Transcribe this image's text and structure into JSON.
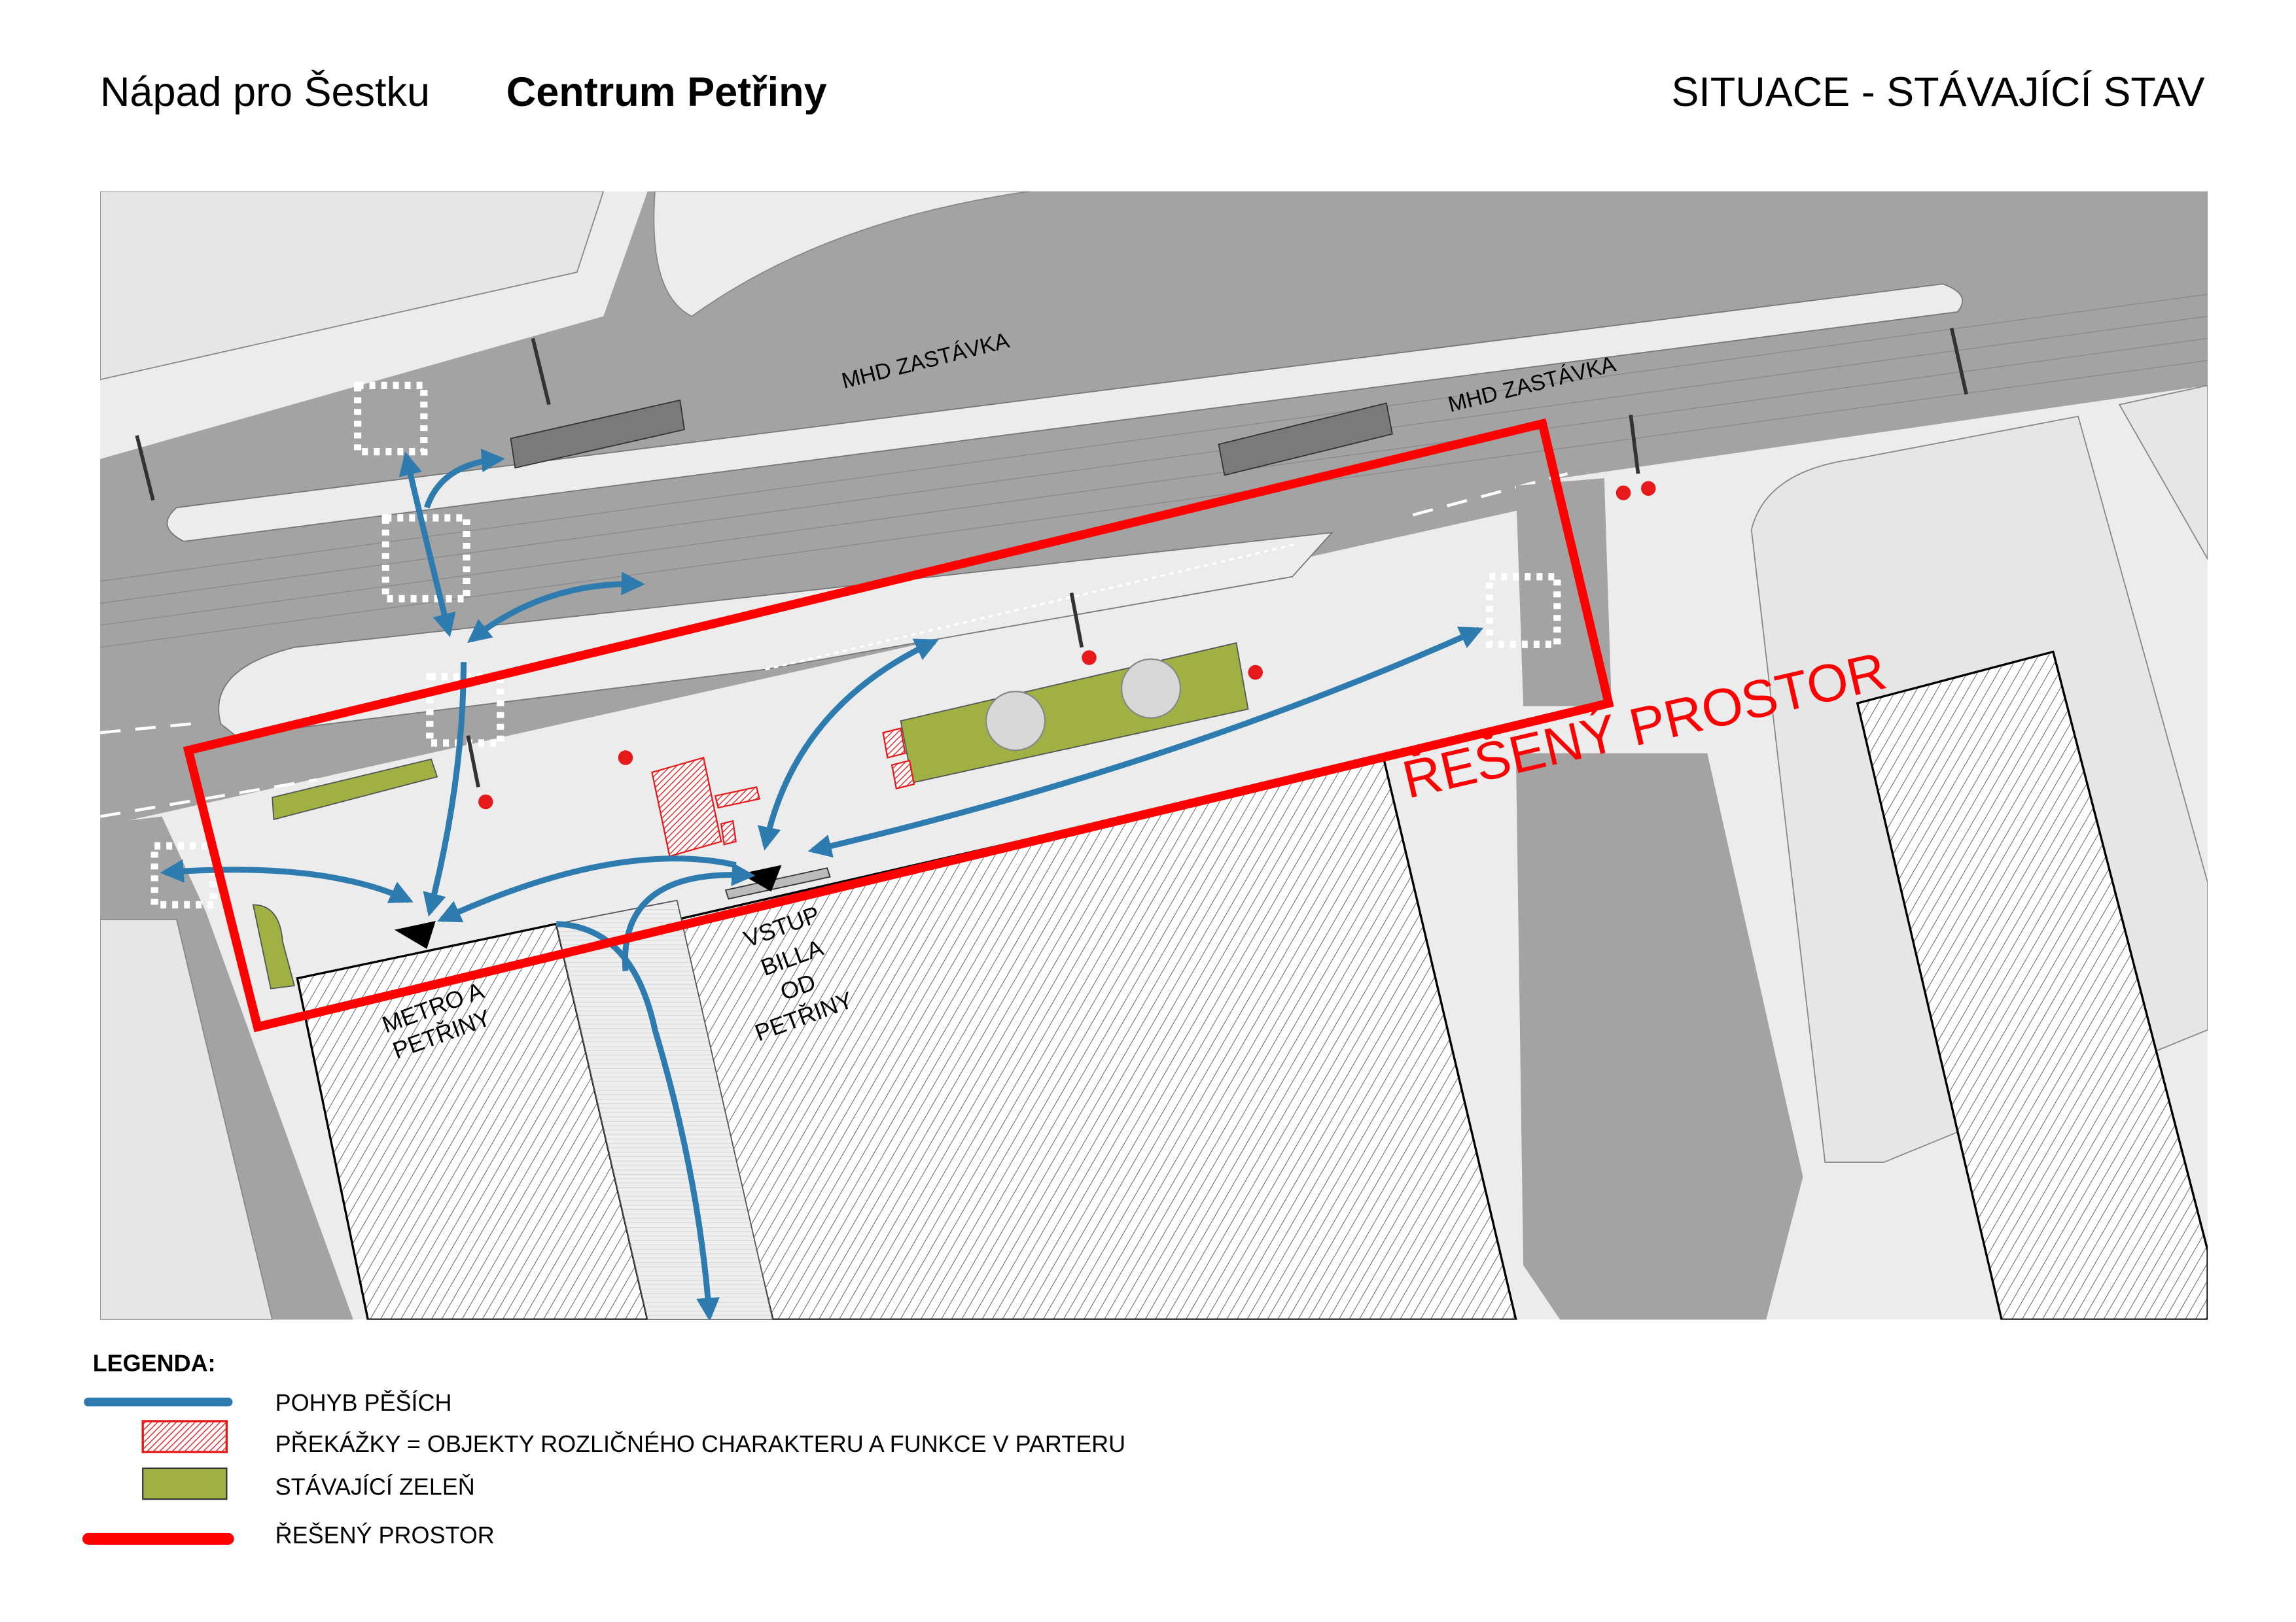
{
  "header": {
    "project": "Nápad pro Šestku",
    "title": "Centrum Petřiny",
    "sheet": "SITUACE - STÁVAJÍCÍ STAV"
  },
  "map": {
    "labels": {
      "stop_1": "MHD ZASTÁVKA",
      "stop_2": "MHD ZASTÁVKA",
      "area": "ŘEŠENÝ PROSTOR",
      "metro_line1": "METRO A",
      "metro_line2": "PETŘINY",
      "billa_line1": "VSTUP",
      "billa_line2": "BILLA",
      "billa_line3": "OD",
      "billa_line4": "PETŘINY"
    }
  },
  "legend": {
    "title": "LEGENDA:",
    "items": [
      {
        "label": "POHYB PĚŠÍCH",
        "color": "#2e7bb0"
      },
      {
        "label": "PŘEKÁŽKY = OBJEKTY ROZLIČNÉHO CHARAKTERU A FUNKCE V PARTERU",
        "color": "#e8191b"
      },
      {
        "label": "STÁVAJÍCÍ ZELEŇ",
        "color": "#a1b043"
      },
      {
        "label": "ŘEŠENÝ PROSTOR",
        "color": "#ff0000"
      }
    ]
  }
}
